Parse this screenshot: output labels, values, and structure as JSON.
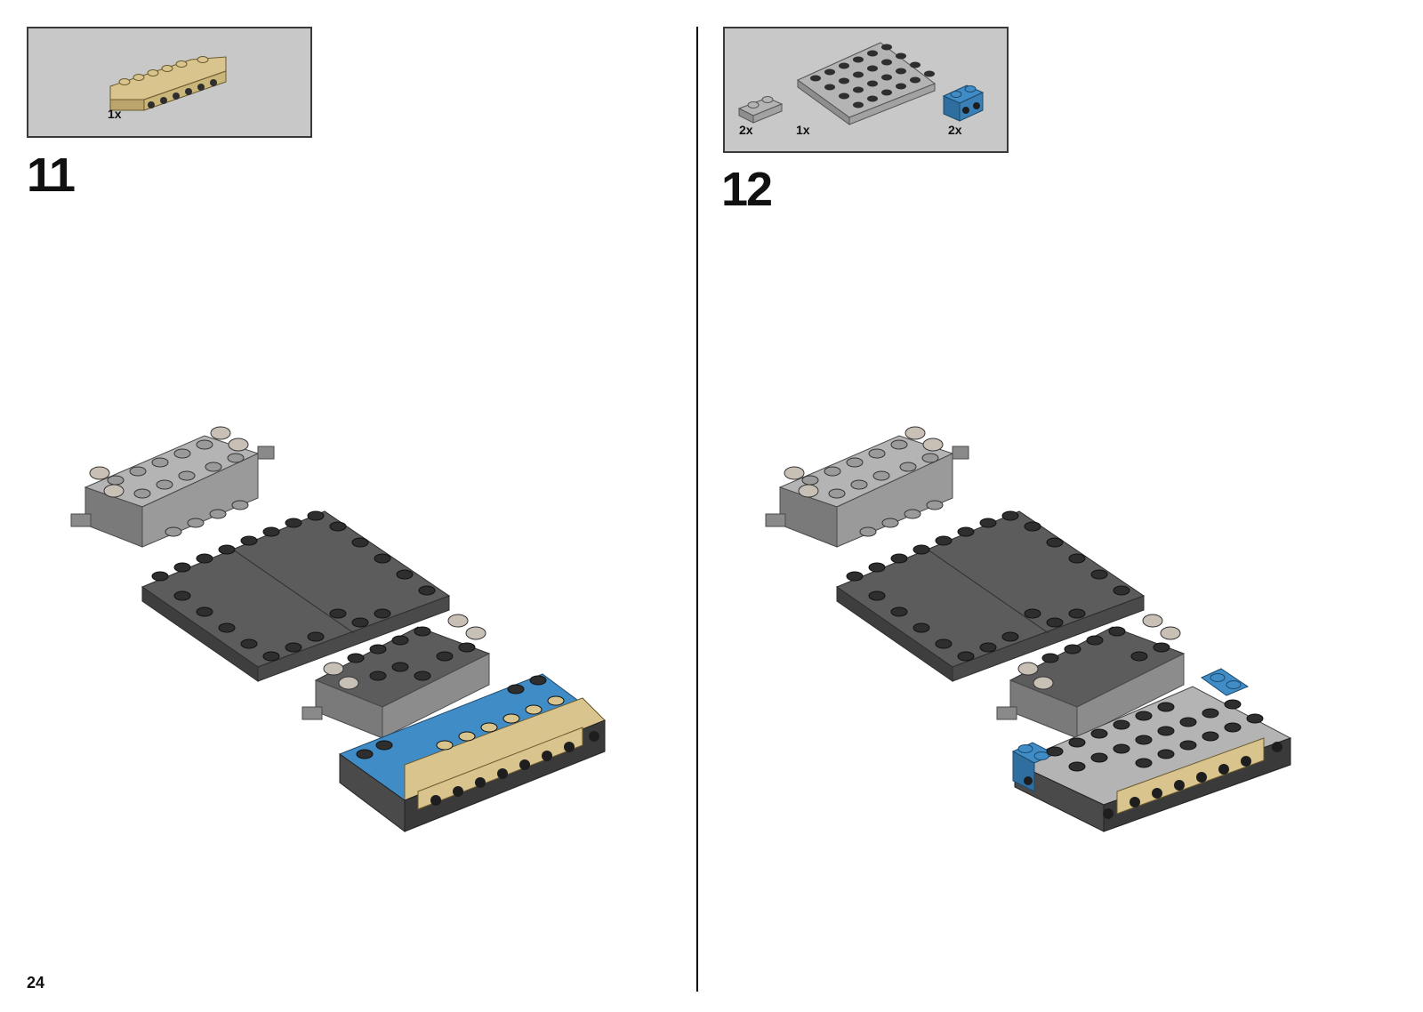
{
  "page": {
    "number": "24"
  },
  "steps": [
    {
      "number": "11",
      "parts": [
        {
          "qty": "1x",
          "name": "tan plate 1x6 with side studs",
          "color": "#d8c48c"
        }
      ]
    },
    {
      "number": "12",
      "parts": [
        {
          "qty": "2x",
          "name": "light gray plate 1x2",
          "color": "#b4b4b4"
        },
        {
          "qty": "1x",
          "name": "light gray plate 4x6",
          "color": "#b4b4b4"
        },
        {
          "qty": "2x",
          "name": "blue bracket with side studs",
          "color": "#3f8cc6"
        }
      ]
    }
  ],
  "colors": {
    "dark_gray": "#5c5c5c",
    "light_gray": "#b4b4b4",
    "tan": "#d8c48c",
    "blue": "#3f8cc6",
    "stud_black": "#2e2e2e",
    "callout_bg": "#c8c8c8"
  }
}
